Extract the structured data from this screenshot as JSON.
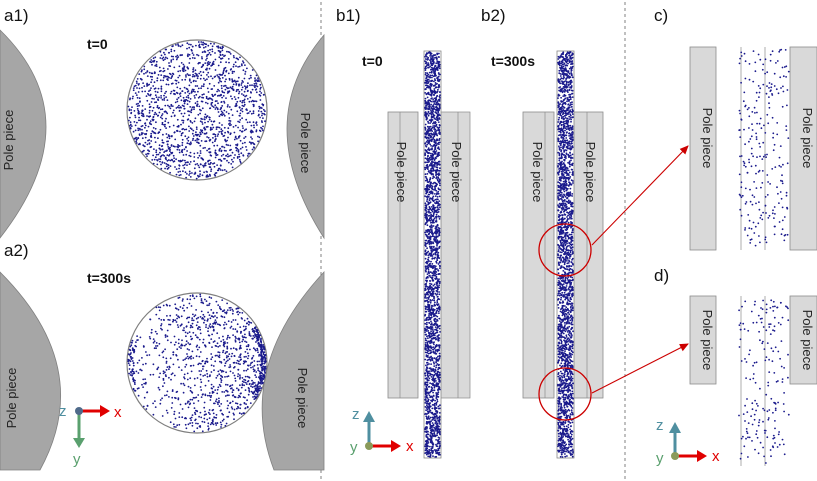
{
  "panels": {
    "a1": "a1)",
    "a2": "a2)",
    "b1": "b1)",
    "b2": "b2)",
    "c": "c)",
    "d": "d)"
  },
  "time_labels": {
    "t0": "t=0",
    "t300": "t=300s"
  },
  "pole_piece_label": "Pole piece",
  "axes": {
    "x": "x",
    "y": "y",
    "z": "z"
  },
  "colors": {
    "pole_piece_dark": "#a6a6a6",
    "pole_piece_light": "#d9d9d9",
    "particle": "#1a1a8c",
    "highlight_arrow": "#cc0000",
    "axis_x": "#e00000",
    "axis_y": "#5aa06e",
    "axis_z": "#4f8fa0",
    "divider": "#808080"
  }
}
